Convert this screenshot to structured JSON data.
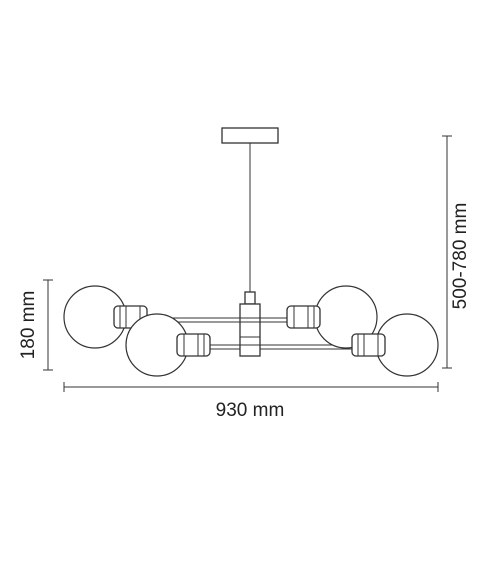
{
  "dimensions": {
    "width_label": "930 mm",
    "height_label": "500-780 mm",
    "depth_label": "180 mm"
  },
  "product": {
    "type": "pendant-chandelier",
    "globe_count": 4
  }
}
